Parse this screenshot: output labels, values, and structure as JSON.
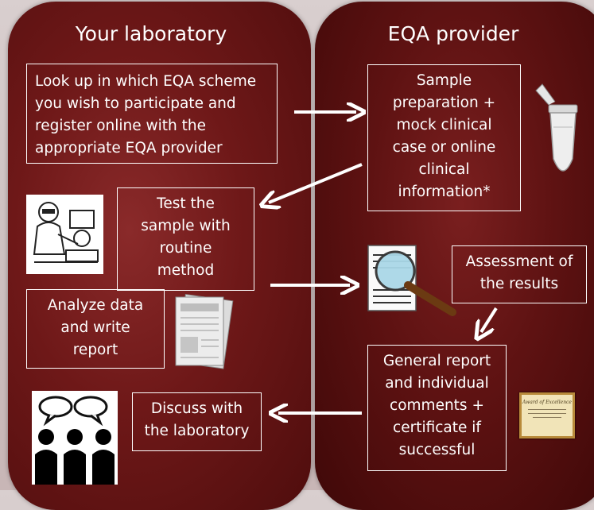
{
  "left_panel": {
    "title": "Your laboratory"
  },
  "right_panel": {
    "title": "EQA provider"
  },
  "boxes": {
    "lookup": "Look up in which EQA scheme you wish to participate and register online with the appropriate EQA provider",
    "sample_prep": "Sample preparation + mock clinical case or online clinical information*",
    "test": "Test the sample with routine method",
    "assessment": "Assessment of the results",
    "analyze": "Analyze data and write report",
    "general_report": "General report and individual comments + certificate if successful",
    "discuss": "Discuss with the laboratory"
  },
  "certificate_text": "Award of Excellence",
  "colors": {
    "panel_left": "#6e1818",
    "panel_right": "#5e1212",
    "text": "#ffffff"
  }
}
